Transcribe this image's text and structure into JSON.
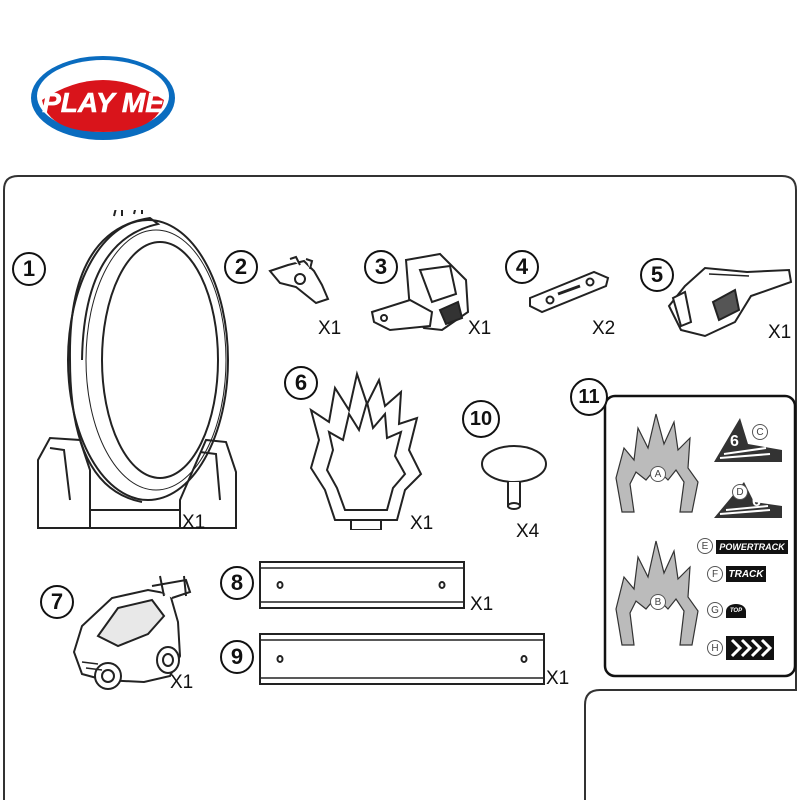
{
  "brand": {
    "logo_text": "PLAY ME",
    "primary_color": "#d9141b",
    "outline_color": "#0a6cbf"
  },
  "parts": [
    {
      "number": "1",
      "qty": "X1"
    },
    {
      "number": "2",
      "qty": "X1"
    },
    {
      "number": "3",
      "qty": "X1"
    },
    {
      "number": "4",
      "qty": "X2"
    },
    {
      "number": "5",
      "qty": "X1"
    },
    {
      "number": "6",
      "qty": "X1"
    },
    {
      "number": "7",
      "qty": "X1"
    },
    {
      "number": "8",
      "qty": "X1"
    },
    {
      "number": "9",
      "qty": "X1"
    },
    {
      "number": "10",
      "qty": "X4"
    },
    {
      "number": "11",
      "qty": ""
    }
  ],
  "stickers": {
    "letters": [
      "A",
      "B",
      "C",
      "D",
      "E",
      "F",
      "G",
      "H"
    ],
    "e_label": "POWERTRACK",
    "f_label": "TRACK",
    "g_label": "TOP"
  }
}
